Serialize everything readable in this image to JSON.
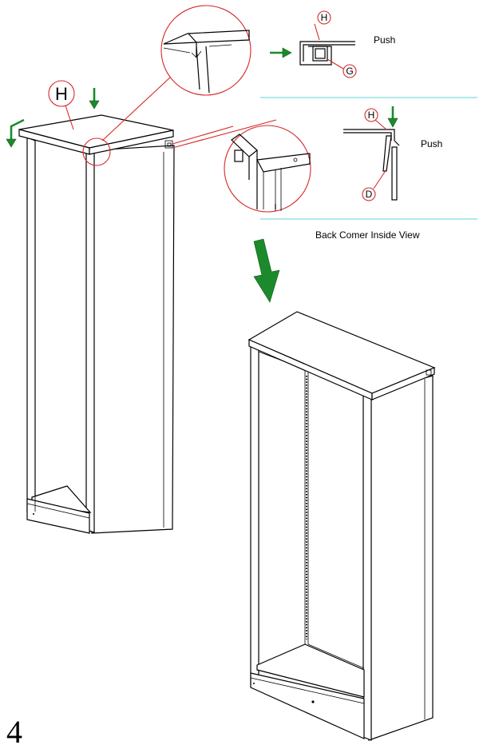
{
  "labels": {
    "part_h_main": "H",
    "part_h_detail1": "H",
    "part_g_detail1": "G",
    "push_1": "Push",
    "part_h_detail2": "H",
    "part_d_detail2": "D",
    "push_2": "Push",
    "caption": "Back Comer Inside View",
    "step_number": "4"
  },
  "colors": {
    "callout": "#d62828",
    "arrow": "#1c8a2c",
    "divider": "#5fd3d8"
  }
}
